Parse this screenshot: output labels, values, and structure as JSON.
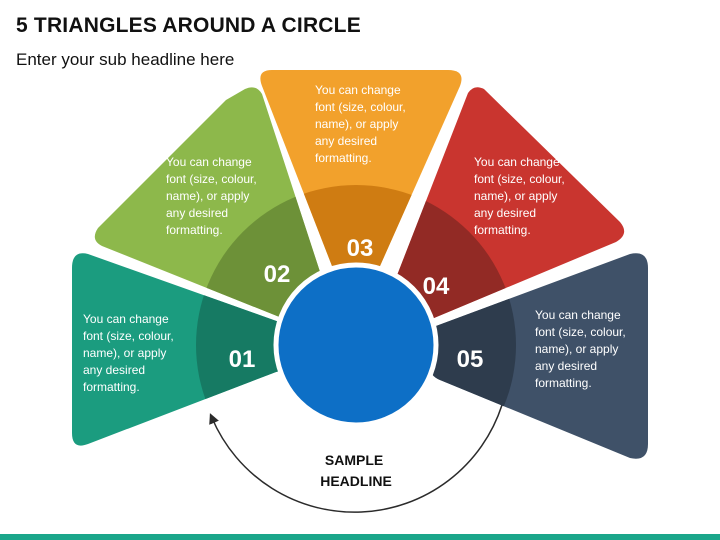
{
  "title": "5 TRIANGLES AROUND A CIRCLE",
  "subtitle": "Enter your sub headline here",
  "headline_lines": [
    "SAMPLE",
    "HEADLINE"
  ],
  "colors": {
    "seg1": "#1b9c7f",
    "seg1_dark": "#167a63",
    "seg2": "#8db84b",
    "seg2_dark": "#6d9138",
    "seg3": "#f2a12c",
    "seg3_dark": "#cf7c12",
    "seg4": "#c9352f",
    "seg4_dark": "#922a25",
    "seg5": "#3f5168",
    "seg5_dark": "#2e3c4d",
    "center": "#0d6fc6",
    "footer_bar": "#1aa68a"
  },
  "segments": [
    {
      "number": "01",
      "lines": [
        "You can change",
        "font (size, colour,",
        "name), or apply",
        "any desired",
        "formatting."
      ]
    },
    {
      "number": "02",
      "lines": [
        "You can change",
        "font (size, colour,",
        "name), or apply",
        "any desired",
        "formatting."
      ]
    },
    {
      "number": "03",
      "lines": [
        "You can change",
        "font (size, colour,",
        "name), or apply",
        "any desired",
        "formatting."
      ]
    },
    {
      "number": "04",
      "lines": [
        "You can change",
        "font (size, colour,",
        "name), or apply",
        "any desired",
        "formatting."
      ]
    },
    {
      "number": "05",
      "lines": [
        "You can change",
        "font (size, colour,",
        "name), or apply",
        "any desired",
        "formatting."
      ]
    }
  ]
}
